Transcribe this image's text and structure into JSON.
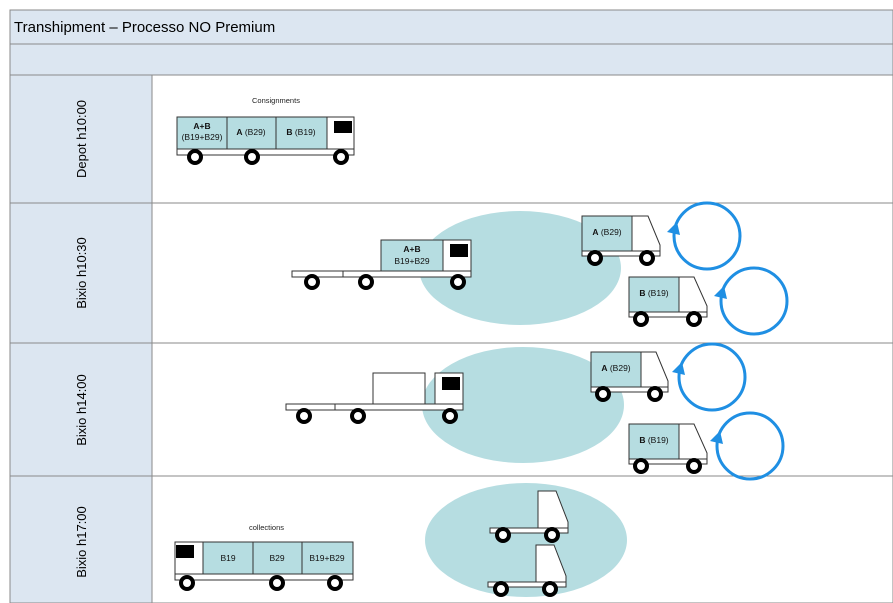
{
  "title": "Transhipment – Processo NO Premium",
  "lanes": [
    {
      "label": "Depot h10:00"
    },
    {
      "label": "Bixio h10:30"
    },
    {
      "label": "Bixio h14:00"
    },
    {
      "label": "Bixio h17:00"
    }
  ],
  "depot": {
    "caption": "Consignments",
    "box1_bold": "A+B",
    "box1_sub": "(B19+B29)",
    "box2_bold": "A",
    "box2_sub": " (B29)",
    "box3_bold": "B",
    "box3_sub": " (B19)"
  },
  "b1030": {
    "cargo_bold": "A+B",
    "cargo_sub": "B19+B29",
    "vanA_bold": "A",
    "vanA_sub": " (B29)",
    "vanB_bold": "B",
    "vanB_sub": " (B19)"
  },
  "b1400": {
    "vanA_bold": "A",
    "vanA_sub": " (B29)",
    "vanB_bold": "B",
    "vanB_sub": " (B19)"
  },
  "b1700": {
    "caption": "collections",
    "box1": "B19",
    "box2": "B29",
    "box3": "B19+B29"
  },
  "colors": {
    "header_bg": "#dce6f1",
    "grid_line": "#8a8a8a",
    "ellipse": "#b6dde1",
    "cargo": "#b6dde1",
    "arrow": "#1f8fe3"
  }
}
